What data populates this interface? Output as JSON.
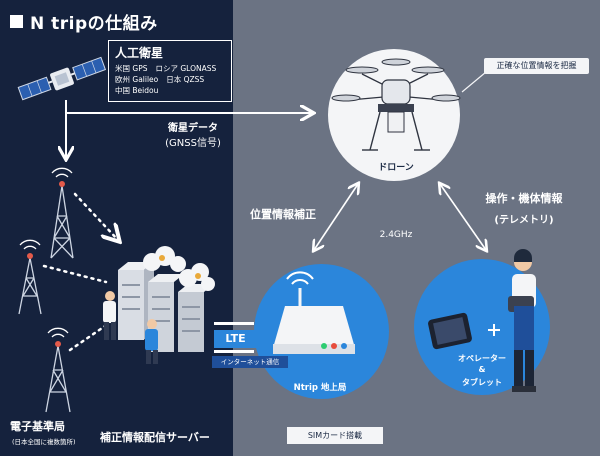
{
  "title": "N tripの仕組み",
  "satellite": {
    "title": "人工衛星",
    "rows": [
      {
        "a": "米国 GPS",
        "b": "ロシア GLONASS"
      },
      {
        "a": "欧州 Galileo",
        "b": "日本 QZSS"
      },
      {
        "a": "中国 Beidou",
        "b": ""
      }
    ],
    "signal_label": "衛星データ",
    "signal_sub": "(GNSS信号)"
  },
  "drone": {
    "label": "ドローン",
    "callout": "正確な位置情報を把握"
  },
  "links": {
    "position_correction": "位置情報補正",
    "frequency": "2.4GHz",
    "telemetry_title": "操作・機体情報",
    "telemetry_sub": "(テレメトリ)"
  },
  "ground": {
    "label": "Ntrip 地上局",
    "sim": "SIMカード搭載"
  },
  "operator": {
    "label_line1": "オペレーター",
    "label_line2": "&",
    "label_line3": "タブレット"
  },
  "network": {
    "lte": "LTE",
    "internet": "インターネット通信"
  },
  "stations": {
    "label": "電子基準局",
    "sub": "(日本全国に複数箇所)"
  },
  "server": {
    "label": "補正情報配信サーバー"
  },
  "colors": {
    "left_bg": "#15223d",
    "right_bg": "#6b7383",
    "accent_blue": "#2b86db",
    "white": "#ffffff"
  }
}
